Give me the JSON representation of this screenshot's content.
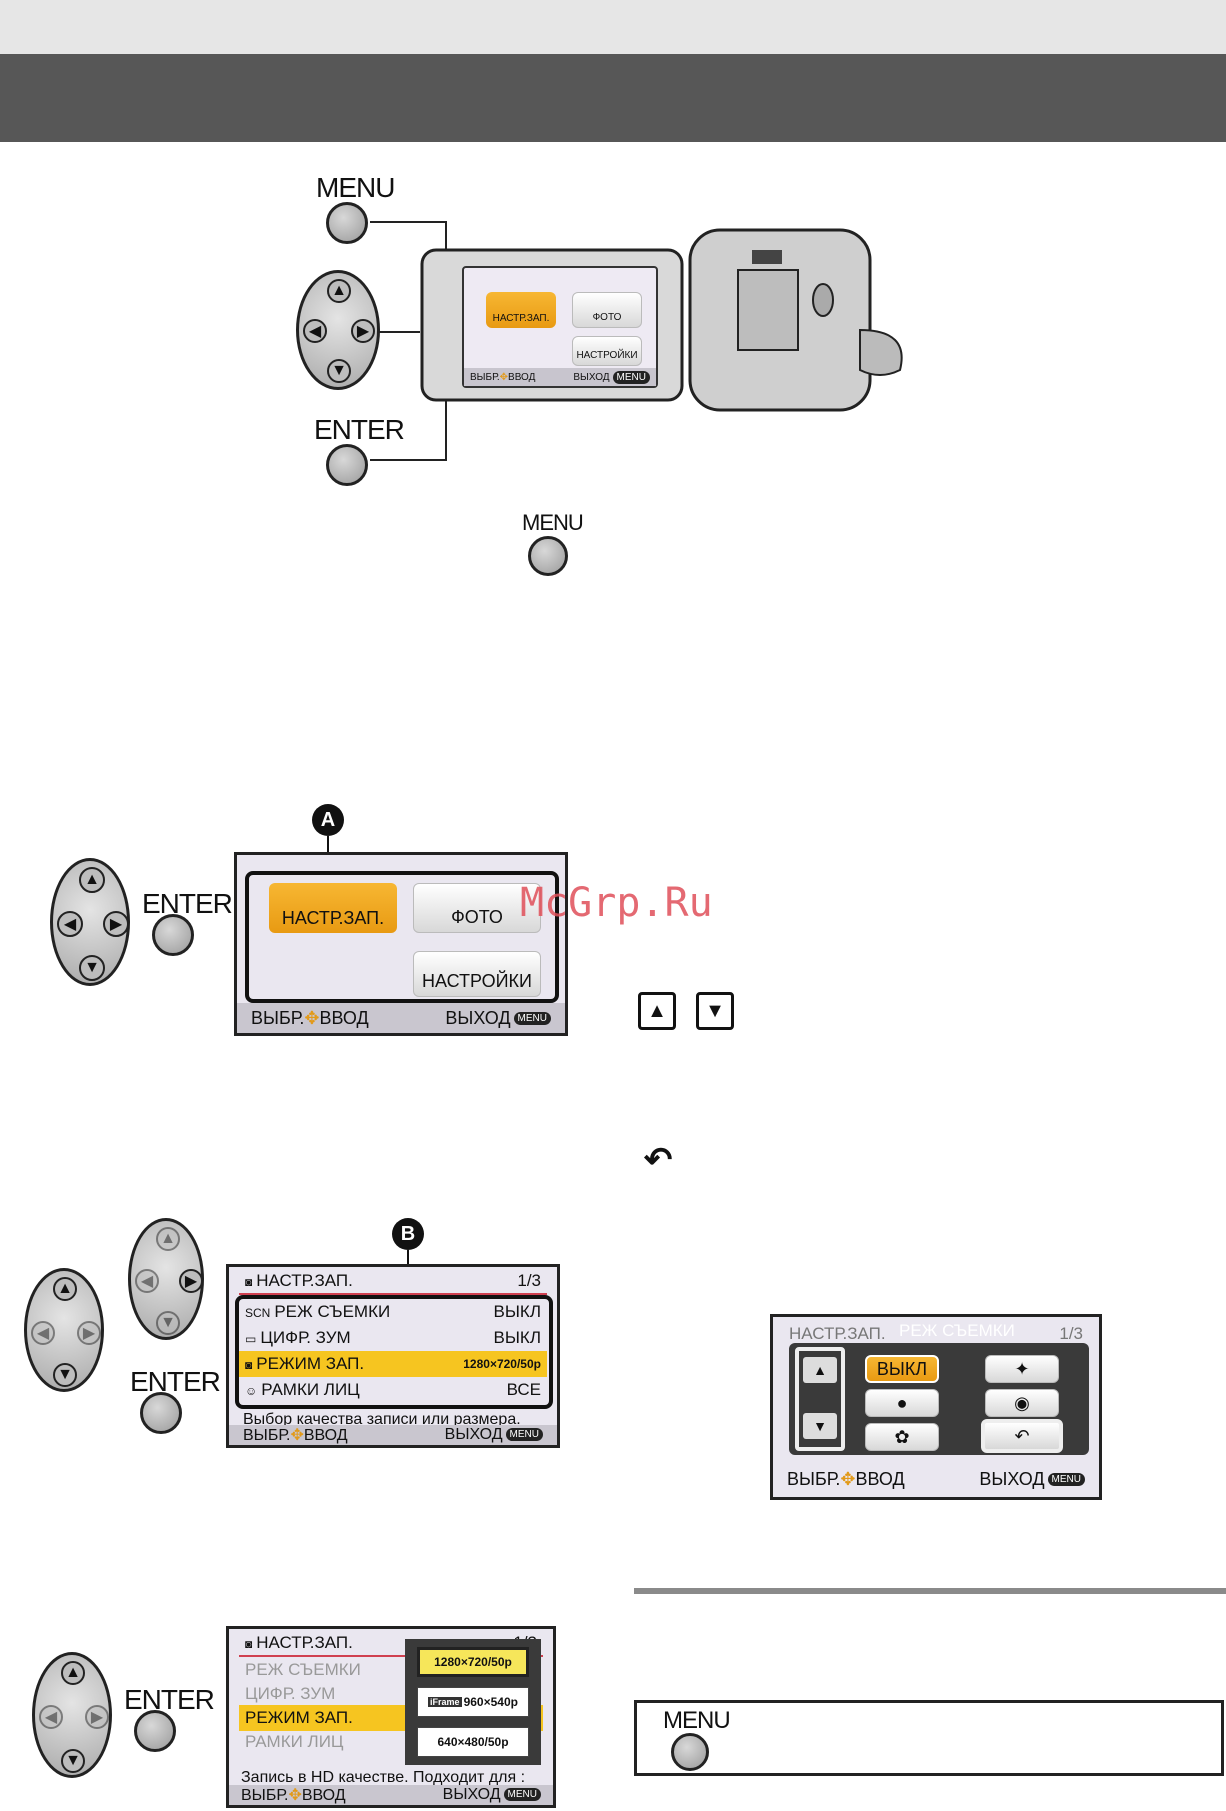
{
  "header": {
    "top_band_color": "#e6e6e6",
    "title_band_color": "#575757"
  },
  "labels": {
    "menu": "MENU",
    "enter": "ENTER"
  },
  "camera_lcd": {
    "tile_rec": "НАСТР.ЗАП.",
    "tile_photo": "ФОТО",
    "tile_setup": "НАСТРОЙКИ",
    "status_left": "ВЫБР.",
    "status_left2": "ВВОД",
    "status_right": "ВЫХОД",
    "menu_pill": "MENU"
  },
  "screen_a": {
    "marker": "A",
    "tile_rec": "НАСТР.ЗАП.",
    "tile_photo": "ФОТО",
    "tile_setup": "НАСТРОЙКИ",
    "status_left": "ВЫБР.",
    "status_left2": "ВВОД",
    "status_right": "ВЫХОД",
    "menu_pill": "MENU"
  },
  "screen_b": {
    "marker": "B",
    "title": "НАСТР.ЗАП.",
    "page": "1/3",
    "rows": [
      {
        "icon": "SCN",
        "label": "РЕЖ СЪЕМКИ",
        "value": "ВЫКЛ"
      },
      {
        "icon": "▭",
        "label": "ЦИФР. ЗУМ",
        "value": "ВЫКЛ"
      },
      {
        "icon": "◙",
        "label": "РЕЖИМ ЗАП.",
        "value": "1280×720/50p"
      },
      {
        "icon": "☺",
        "label": "РАМКИ ЛИЦ",
        "value": "ВСЕ"
      }
    ],
    "hint": "Выбор качества записи или размера.",
    "status_left": "ВЫБР.",
    "status_left2": "ВВОД",
    "status_right": "ВЫХОД",
    "menu_pill": "MENU"
  },
  "screen_c": {
    "title": "НАСТР.ЗАП.",
    "page": "1/3",
    "rows": [
      "РЕЖ СЪЕМКИ",
      "ЦИФР. ЗУМ",
      "РЕЖИМ ЗАП.",
      "РАМКИ ЛИЦ"
    ],
    "options": [
      "1280×720/50p",
      "960×540p",
      "640×480/50p"
    ],
    "iframe_tag": "iFrame",
    "hint": "Запись в HD качестве. Подходит для :",
    "status_left": "ВЫБР.",
    "status_left2": "ВВОД",
    "status_right": "ВЫХОД",
    "menu_pill": "MENU"
  },
  "screen_d": {
    "title_bg": "НАСТР.ЗАП.",
    "popup_title": "РЕЖ СЪЕМКИ",
    "page": "1/3",
    "opt_off": "ВЫКЛ",
    "status_left": "ВЫБР.",
    "status_left2": "ВВОД",
    "status_right": "ВЫХОД",
    "menu_pill": "MENU"
  },
  "watermark": "McGrp.Ru",
  "icons": {
    "up": "▲",
    "down": "▼",
    "return": "↶"
  },
  "footer_box": {
    "label": "MENU"
  }
}
